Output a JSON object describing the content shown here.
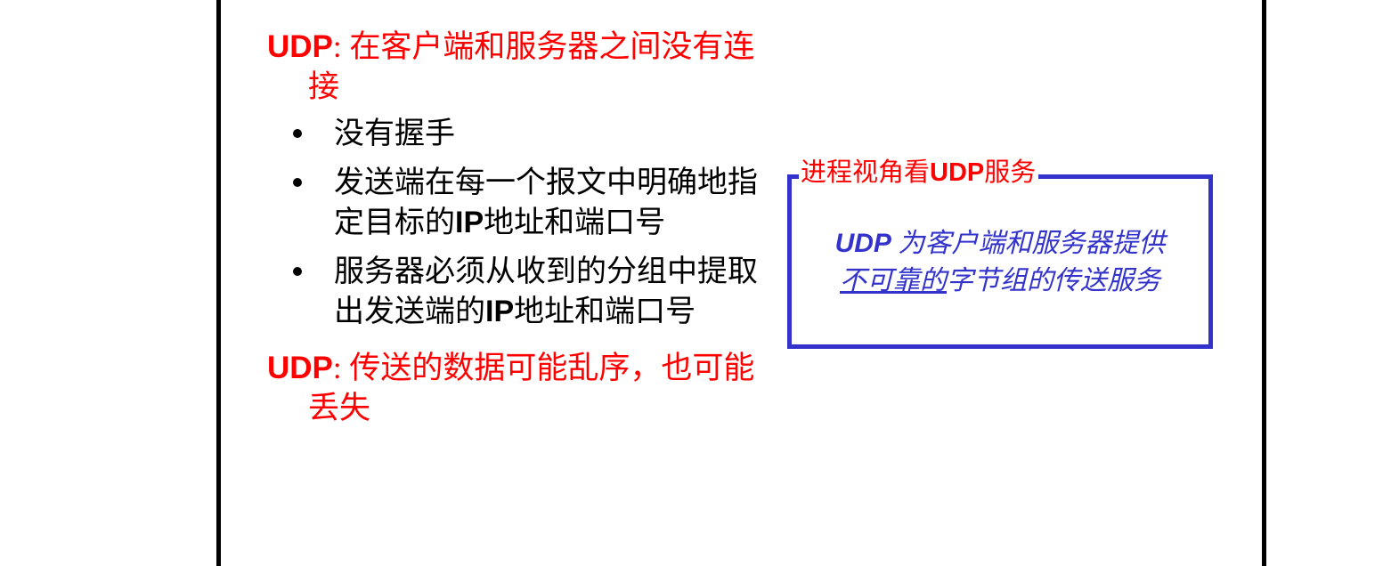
{
  "slide": {
    "frame_color": "#000000",
    "content": {
      "heading_top": {
        "prefix": "UDP",
        "text": ": 在客户端和服务器之间没有连接",
        "color": "#ff0000"
      },
      "bullets": [
        {
          "prefix": "",
          "text": "没有握手",
          "suffix": ""
        },
        {
          "prefix": "发送端在每一个报文中明确地指定目标的",
          "text": "IP",
          "suffix": "地址和端口号"
        },
        {
          "prefix": "服务器必须从收到的分组中提取出发送端的",
          "text": "IP",
          "suffix": "地址和端口号"
        }
      ],
      "heading_bottom": {
        "prefix": "UDP",
        "text": ": 传送的数据可能乱序，也可能丢失",
        "color": "#ff0000"
      }
    },
    "callout": {
      "legend": {
        "prefix": "进程视角看",
        "latin": "UDP",
        "suffix": "服务",
        "color": "#ff0000"
      },
      "border_color": "#3333cc",
      "text_color": "#3333cc",
      "line1": {
        "latin": "UDP",
        "rest": "为客户端和服务器提供"
      },
      "line2": {
        "underlined": "不可靠的",
        "rest": "字节组的传送服务"
      }
    }
  }
}
